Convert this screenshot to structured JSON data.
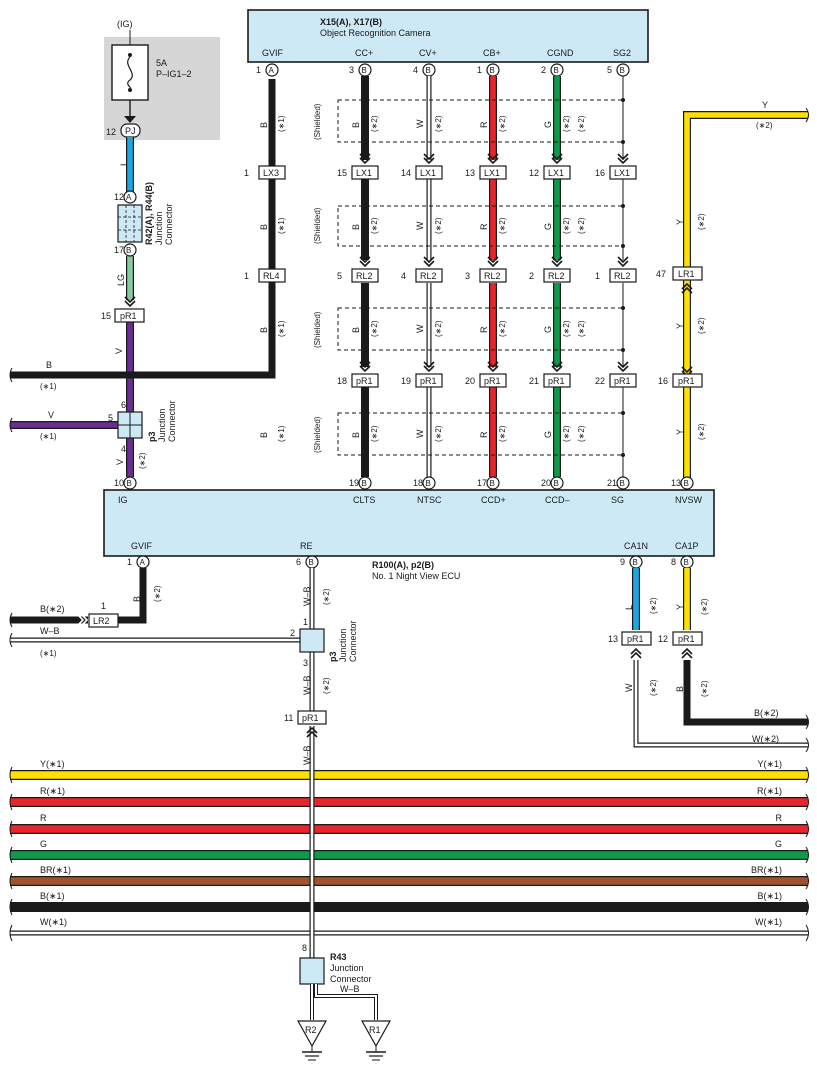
{
  "colors": {
    "box_fill": "#cce9f5",
    "fuse_fill": "#d6d6d6",
    "B": "#1a1a1a",
    "W": "#ffffff",
    "R": "#e8252b",
    "G": "#0e9a4a",
    "Y": "#ffe000",
    "L": "#1ba7e4",
    "LG": "#84cc9c",
    "V": "#6b2d93",
    "BR": "#a0522d",
    "wire_outline": "#1a1a1a"
  },
  "camera": {
    "title": "X15(A), X17(B)",
    "subtitle": "Object Recognition Camera",
    "pins": [
      {
        "label": "GVIF",
        "num": "1",
        "conn": "A"
      },
      {
        "label": "CC+",
        "num": "3",
        "conn": "B"
      },
      {
        "label": "CV+",
        "num": "4",
        "conn": "B"
      },
      {
        "label": "CB+",
        "num": "1",
        "conn": "B"
      },
      {
        "label": "CGND",
        "num": "2",
        "conn": "B"
      },
      {
        "label": "SG2",
        "num": "5",
        "conn": "B"
      }
    ]
  },
  "ecu": {
    "title": "R100(A), p2(B)",
    "subtitle": "No. 1 Night View ECU",
    "top_pins": [
      {
        "label": "IG",
        "num": "10",
        "conn": "B"
      },
      {
        "label": "CLTS",
        "num": "19",
        "conn": "B"
      },
      {
        "label": "NTSC",
        "num": "18",
        "conn": "B"
      },
      {
        "label": "CCD+",
        "num": "17",
        "conn": "B"
      },
      {
        "label": "CCD–",
        "num": "20",
        "conn": "B"
      },
      {
        "label": "SG",
        "num": "21",
        "conn": "B"
      },
      {
        "label": "NVSW",
        "num": "13",
        "conn": "B"
      }
    ],
    "bottom_pins": [
      {
        "label": "GVIF",
        "num": "1",
        "conn": "A"
      },
      {
        "label": "RE",
        "num": "6",
        "conn": "B"
      },
      {
        "label": "CA1N",
        "num": "9",
        "conn": "B"
      },
      {
        "label": "CA1P",
        "num": "8",
        "conn": "B"
      }
    ]
  },
  "fuse": {
    "top_label": "(IG)",
    "rating": "5A",
    "name": "P–IG1–2",
    "pin_num": "12",
    "pin_conn": "PJ"
  },
  "jc_r42": {
    "name": "R42(A), R44(B)",
    "line2": "Junction",
    "line3": "Connector",
    "top_num": "12",
    "top_conn": "A",
    "bottom_num": "17",
    "bottom_conn": "B"
  },
  "jc_p3_upper": {
    "name": "p3",
    "line2": "Junction",
    "line3": "Connector",
    "pin_top": "6",
    "pin_left": "5",
    "pin_bottom": "4"
  },
  "jc_p3_lower": {
    "name": "p3",
    "line2": "Junction",
    "line3": "Connector",
    "pin_top": "1",
    "pin_left": "2",
    "pin_bottom": "3"
  },
  "jc_r43": {
    "name": "R43",
    "line2": "Junction",
    "line3": "Connector",
    "pin_top": "8",
    "wire": "W–B"
  },
  "grounds": {
    "r2": "R2",
    "r1": "R1"
  },
  "inline_rows": {
    "lx": {
      "boxes": [
        "LX3",
        "LX1",
        "LX1",
        "LX1",
        "LX1",
        "LX1"
      ],
      "nums": [
        "1",
        "15",
        "14",
        "13",
        "12",
        "16"
      ]
    },
    "rl": {
      "boxes": [
        "RL4",
        "RL2",
        "RL2",
        "RL2",
        "RL2",
        "RL2"
      ],
      "nums": [
        "1",
        "5",
        "4",
        "3",
        "2",
        "1"
      ]
    },
    "pr1": {
      "boxes": [
        "pR1",
        "pR1",
        "pR1",
        "pR1",
        "pR1",
        "pR1"
      ],
      "nums": [
        "18",
        "19",
        "20",
        "21",
        "22"
      ]
    }
  },
  "misc_connectors": {
    "lr1": {
      "box": "LR1",
      "num": "47"
    },
    "pr1_16": {
      "box": "pR1",
      "num": "16"
    },
    "pr1_15": {
      "box": "pR1",
      "num": "15"
    },
    "lr2": {
      "box": "LR2",
      "num": "1"
    },
    "pr1_11": {
      "box": "pR1",
      "num": "11"
    },
    "pr1_13": {
      "box": "pR1",
      "num": "13"
    },
    "pr1_12": {
      "box": "pR1",
      "num": "12"
    }
  },
  "wire_labels": {
    "L": "L",
    "LG": "LG",
    "V": "V",
    "B": "B",
    "W": "W",
    "R": "R",
    "G": "G",
    "Y": "Y",
    "WB": "W–B",
    "ast1": "(∗1)",
    "ast2": "(∗2)",
    "shielded": "(Shielded)",
    "b_ast2": "B(∗2)",
    "w_ast2": "W(∗2)",
    "wb": "W–B"
  },
  "bus": {
    "rows": [
      {
        "left": "Y(∗1)",
        "right": "Y(∗1)",
        "color": "Y"
      },
      {
        "left": "R(∗1)",
        "right": "R(∗1)",
        "color": "R"
      },
      {
        "left": "R",
        "right": "R",
        "color": "R"
      },
      {
        "left": "G",
        "right": "G",
        "color": "G"
      },
      {
        "left": "BR(∗1)",
        "right": "BR(∗1)",
        "color": "BR"
      },
      {
        "left": "B(∗1)",
        "right": "B(∗1)",
        "color": "B"
      },
      {
        "left": "W(∗1)",
        "right": "W(∗1)",
        "color": "W"
      }
    ]
  }
}
